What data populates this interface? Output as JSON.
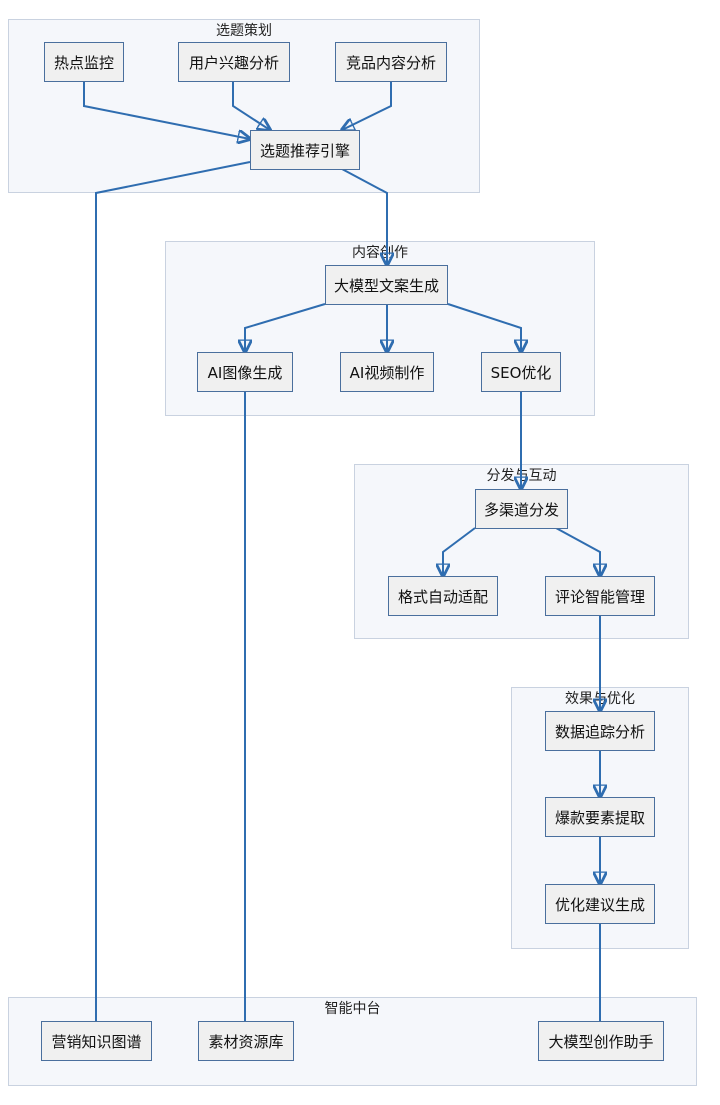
{
  "groups": {
    "planning": "选题策划",
    "creation": "内容创作",
    "distribution": "分发与互动",
    "optimization": "效果与优化",
    "platform": "智能中台"
  },
  "nodes": {
    "hotspot": "热点监控",
    "user_interest": "用户兴趣分析",
    "competitor": "竞品内容分析",
    "recommender": "选题推荐引擎",
    "llm_copy": "大模型文案生成",
    "ai_image": "AI图像生成",
    "ai_video": "AI视频制作",
    "seo": "SEO优化",
    "multichannel": "多渠道分发",
    "format_adapt": "格式自动适配",
    "comment_mgmt": "评论智能管理",
    "tracking": "数据追踪分析",
    "viral": "爆款要素提取",
    "suggestion": "优化建议生成",
    "knowledge_graph": "营销知识图谱",
    "asset_library": "素材资源库",
    "assistant": "大模型创作助手"
  },
  "colors": {
    "edge": "#2f6db0",
    "node_border": "#4a6f9d",
    "node_fill": "#f0f0f0",
    "group_fill": "#f5f7fb",
    "group_border": "#c9d2e0"
  }
}
